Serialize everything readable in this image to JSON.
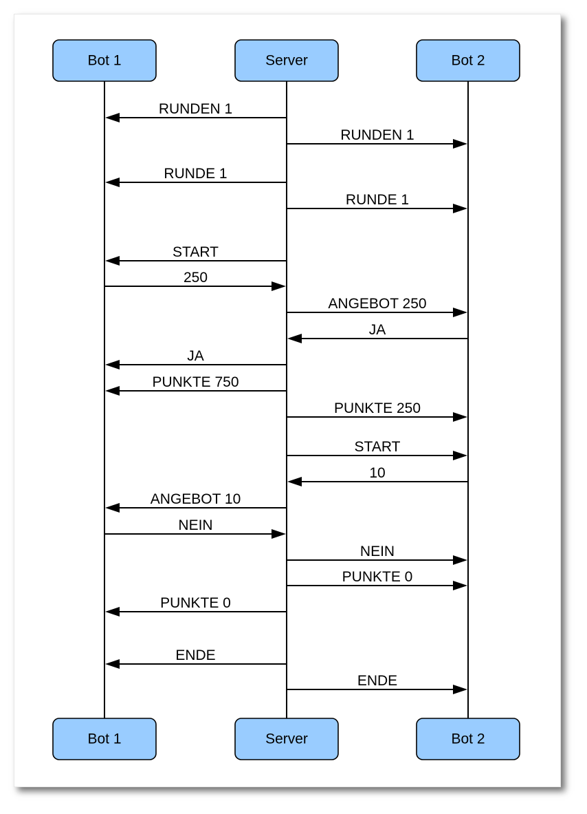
{
  "participants": [
    {
      "id": "bot1",
      "label": "Bot 1"
    },
    {
      "id": "server",
      "label": "Server"
    },
    {
      "id": "bot2",
      "label": "Bot 2"
    }
  ],
  "messages": [
    {
      "from": "server",
      "to": "bot1",
      "label": "RUNDEN 1"
    },
    {
      "from": "server",
      "to": "bot2",
      "label": "RUNDEN 1"
    },
    {
      "from": "server",
      "to": "bot1",
      "label": "RUNDE 1"
    },
    {
      "from": "server",
      "to": "bot2",
      "label": "RUNDE 1"
    },
    {
      "from": "server",
      "to": "bot1",
      "label": "START"
    },
    {
      "from": "bot1",
      "to": "server",
      "label": "250"
    },
    {
      "from": "server",
      "to": "bot2",
      "label": "ANGEBOT 250"
    },
    {
      "from": "bot2",
      "to": "server",
      "label": "JA"
    },
    {
      "from": "server",
      "to": "bot1",
      "label": "JA"
    },
    {
      "from": "server",
      "to": "bot1",
      "label": "PUNKTE 750"
    },
    {
      "from": "server",
      "to": "bot2",
      "label": "PUNKTE 250"
    },
    {
      "from": "server",
      "to": "bot2",
      "label": "START"
    },
    {
      "from": "bot2",
      "to": "server",
      "label": "10"
    },
    {
      "from": "server",
      "to": "bot1",
      "label": "ANGEBOT 10"
    },
    {
      "from": "bot1",
      "to": "server",
      "label": "NEIN"
    },
    {
      "from": "server",
      "to": "bot2",
      "label": "NEIN"
    },
    {
      "from": "server",
      "to": "bot2",
      "label": "PUNKTE 0"
    },
    {
      "from": "server",
      "to": "bot1",
      "label": "PUNKTE 0"
    },
    {
      "from": "server",
      "to": "bot1",
      "label": "ENDE"
    },
    {
      "from": "server",
      "to": "bot2",
      "label": "ENDE"
    }
  ],
  "colors": {
    "participant_fill": "#99ccff",
    "line": "#000000"
  }
}
